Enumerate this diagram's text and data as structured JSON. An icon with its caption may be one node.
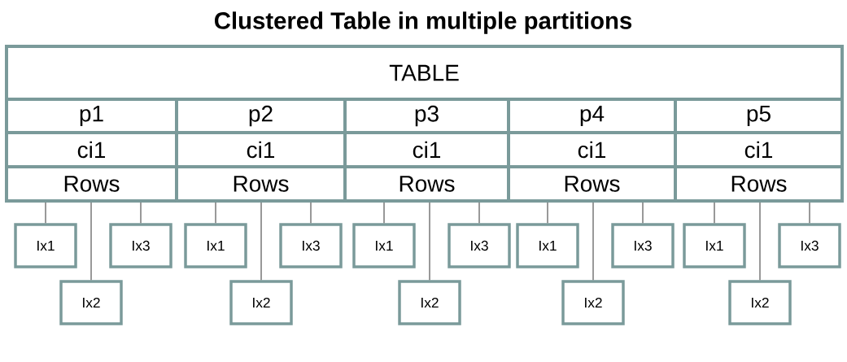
{
  "diagram": {
    "title": "Clustered Table in multiple partitions",
    "nodes": [
      {
        "text": [
          "TABLE"
        ]
      },
      {
        "text": [
          "p1"
        ]
      },
      {
        "text": [
          "p2"
        ]
      },
      {
        "text": [
          "p3"
        ]
      },
      {
        "text": [
          "p4"
        ]
      },
      {
        "text": [
          "p5"
        ]
      },
      {
        "text": [
          "ci1"
        ]
      },
      {
        "text": [
          "ci1"
        ]
      },
      {
        "text": [
          "ci1"
        ]
      },
      {
        "text": [
          "ci1"
        ]
      },
      {
        "text": [
          "ci1"
        ]
      },
      {
        "text": [
          "Rows"
        ]
      },
      {
        "text": [
          "Rows"
        ]
      },
      {
        "text": [
          "Rows"
        ]
      },
      {
        "text": [
          "Rows"
        ]
      },
      {
        "text": [
          "Rows"
        ]
      },
      {
        "text": [
          "Ix1"
        ]
      },
      {
        "text": [
          "Ix3"
        ]
      },
      {
        "text": [
          "Ix1"
        ]
      },
      {
        "text": [
          "Ix3"
        ]
      },
      {
        "text": [
          "Ix1"
        ]
      },
      {
        "text": [
          "Ix3"
        ]
      },
      {
        "text": [
          "Ix1"
        ]
      },
      {
        "text": [
          "Ix3"
        ]
      },
      {
        "text": [
          "Ix1"
        ]
      },
      {
        "text": [
          "Ix3"
        ]
      },
      {
        "text": [
          "Ix2"
        ]
      },
      {
        "text": [
          "Ix2"
        ]
      },
      {
        "text": [
          "Ix2"
        ]
      },
      {
        "text": [
          "Ix2"
        ]
      },
      {
        "text": [
          "Ix2"
        ]
      }
    ],
    "edges": [
      {
        "from": 11,
        "to": 16,
        "arrow": "none"
      },
      {
        "from": 11,
        "to": 26,
        "arrow": "none"
      },
      {
        "from": 11,
        "to": 17,
        "arrow": "none"
      },
      {
        "from": 12,
        "to": 18,
        "arrow": "none"
      },
      {
        "from": 12,
        "to": 27,
        "arrow": "none"
      },
      {
        "from": 12,
        "to": 19,
        "arrow": "none"
      },
      {
        "from": 13,
        "to": 20,
        "arrow": "none"
      },
      {
        "from": 13,
        "to": 28,
        "arrow": "none"
      },
      {
        "from": 13,
        "to": 21,
        "arrow": "none"
      },
      {
        "from": 14,
        "to": 22,
        "arrow": "none"
      },
      {
        "from": 14,
        "to": 29,
        "arrow": "none"
      },
      {
        "from": 14,
        "to": 23,
        "arrow": "none"
      },
      {
        "from": 15,
        "to": 24,
        "arrow": "none"
      },
      {
        "from": 15,
        "to": 30,
        "arrow": "none"
      },
      {
        "from": 15,
        "to": 25,
        "arrow": "none"
      }
    ]
  }
}
